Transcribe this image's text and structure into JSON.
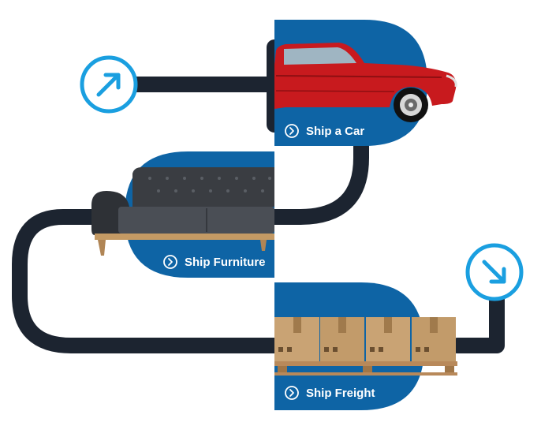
{
  "theme": {
    "road_color": "#1c2430",
    "panel_color": "#0e64a5",
    "arrow_color": "#1a9fe0"
  },
  "start_icon": {
    "icon": "arrow-up-right-icon"
  },
  "end_icon": {
    "icon": "arrow-down-right-icon"
  },
  "services": [
    {
      "label": "Ship a Car",
      "icon": "chevron-right-icon",
      "image": "red-classic-car"
    },
    {
      "label": "Ship Furniture",
      "icon": "chevron-right-icon",
      "image": "gray-tufted-sofa"
    },
    {
      "label": "Ship Freight",
      "icon": "chevron-right-icon",
      "image": "boxes-on-pallet"
    }
  ]
}
